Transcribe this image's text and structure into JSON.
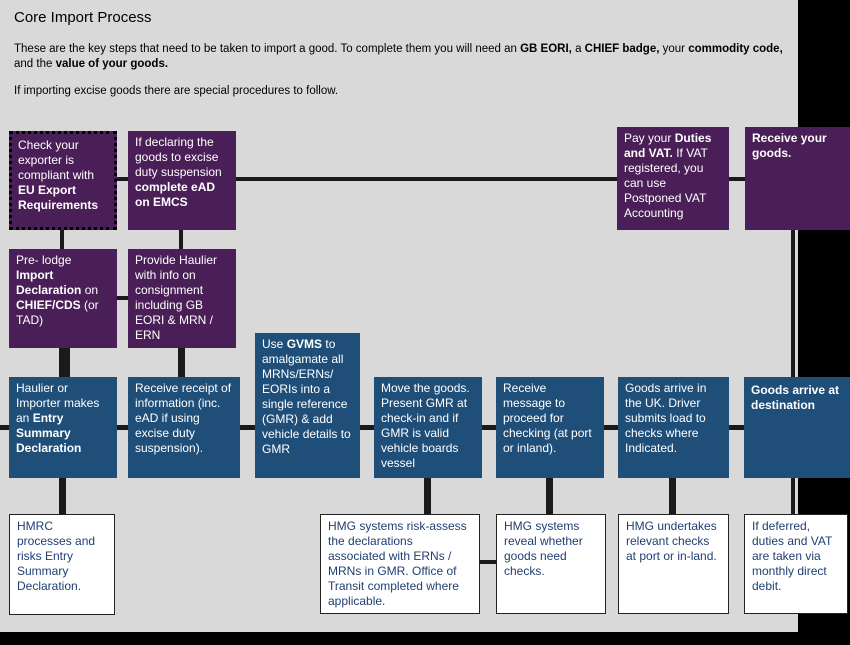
{
  "header": {
    "title": "Core Import Process",
    "intro_prefix": "These are the key steps that need to be taken to import a good. To complete them you will need an ",
    "intro_b1": "GB EORI,",
    "intro_mid1": " a ",
    "intro_b2": "CHIEF badge,",
    "intro_mid2": " your ",
    "intro_b3": "commodity code,",
    "intro_mid3": " and the ",
    "intro_b4": "value of your goods.",
    "excise_note": "If importing excise goods there are special procedures to follow."
  },
  "purple_row1": {
    "check_exporter": {
      "t1": "Check your exporter is compliant with ",
      "b1": "EU Export Requirements"
    },
    "excise": {
      "t1": "If declaring the goods to excise duty suspension ",
      "b1": "complete eAD on EMCS"
    },
    "pay": {
      "t1": "Pay your ",
      "b1": "Duties and VAT.",
      "t2": " If VAT registered, you can use Postponed VAT Accounting"
    },
    "receive": {
      "b1": "Receive your goods."
    }
  },
  "purple_row2": {
    "prelodge": {
      "t1": "Pre- lodge ",
      "b1": "Import Declaration",
      "t2": " on ",
      "b2": "CHIEF/CDS",
      "t3": " (or TAD)"
    },
    "haulier_info": {
      "t1": "Provide Haulier with info on consignment including GB EORI & MRN / ERN"
    }
  },
  "blue_row": {
    "entry_summary": {
      "t1": "Haulier or Importer makes an ",
      "b1": "Entry Summary Declaration"
    },
    "receive_receipt": {
      "t1": "Receive receipt of information (inc. eAD if using excise duty suspension)."
    },
    "gvms": {
      "t1": "Use ",
      "b1": "GVMS",
      "t2": " to amalgamate all MRNs/ERNs/ EORIs into a single reference (GMR) & add vehicle details to GMR"
    },
    "move_goods": {
      "t1": "Move the goods. Present GMR at check-in and if GMR is valid vehicle boards vessel"
    },
    "receive_message": {
      "t1": "Receive message to proceed for checking (at port or inland)."
    },
    "goods_arrive_uk": {
      "t1": "Goods arrive in the UK. Driver submits load to checks where Indicated."
    },
    "arrive_destination": {
      "b1": "Goods arrive at destination"
    }
  },
  "white_row": {
    "hmrc": {
      "t1": "HMRC processes and risks Entry Summary Declaration."
    },
    "hmg_risk": {
      "t1": "HMG systems risk-assess the declarations associated with ERNs / MRNs in GMR. Office of Transit completed where applicable."
    },
    "hmg_reveal": {
      "t1": "HMG systems reveal whether goods need checks."
    },
    "hmg_checks": {
      "t1": "HMG undertakes relevant checks at port or in-land."
    },
    "deferred": {
      "t1": "If deferred, duties and VAT are taken via monthly direct debit."
    }
  },
  "colors": {
    "purple": "#4a1f57",
    "blue": "#1f4e79",
    "panel": "#d9d9d9",
    "white_text": "#1f3f73"
  }
}
